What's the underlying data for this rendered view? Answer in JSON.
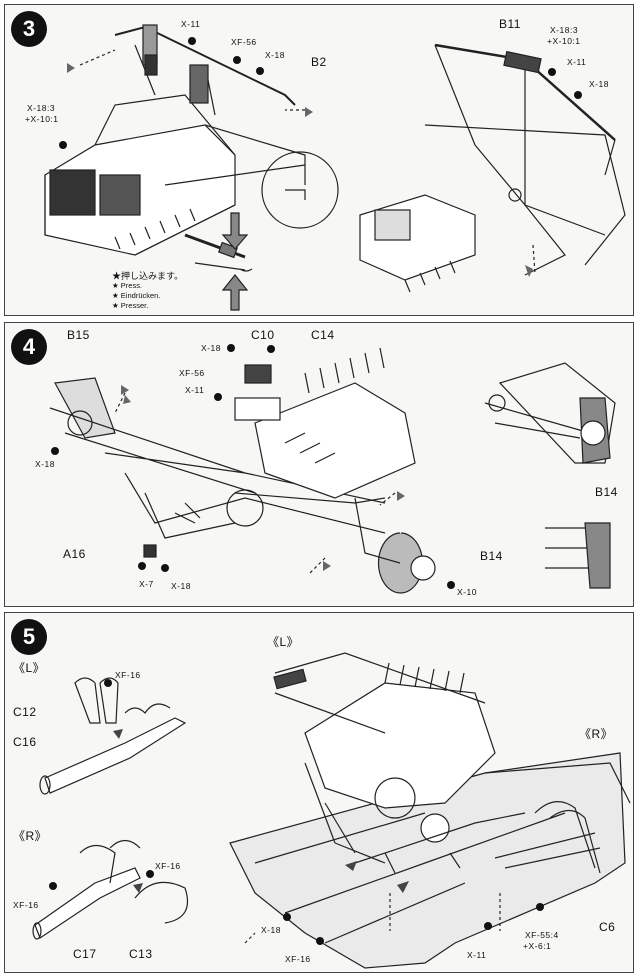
{
  "steps": [
    {
      "number": "3",
      "labels": {
        "x11": "X-11",
        "xf56": "XF-56",
        "x18a": "X-18",
        "b2": "B2",
        "x183": "X-18:3",
        "x101": "+X-10:1",
        "b11": "B11",
        "x183b": "X-18:3",
        "x101b": "+X-10:1",
        "x11b": "X-11",
        "x18b": "X-18"
      },
      "press_note": [
        "★押し込みます。",
        "★ Press.",
        "★ Eindrücken.",
        "★ Presser."
      ]
    },
    {
      "number": "4",
      "labels": {
        "b15": "B15",
        "x18a": "X-18",
        "c10": "C10",
        "c14": "C14",
        "xf56": "XF-56",
        "x11": "X-11",
        "x18b": "X-18",
        "a16": "A16",
        "x7": "X-7",
        "x18c": "X-18",
        "b14a": "B14",
        "b14b": "B14",
        "x10": "X-10"
      }
    },
    {
      "number": "5",
      "labels": {
        "l1": "《L》",
        "xf16a": "XF-16",
        "c12": "C12",
        "c16": "C16",
        "r1": "《R》",
        "xf16b": "XF-16",
        "xf16c": "XF-16",
        "c17": "C17",
        "c13": "C13",
        "l2": "《L》",
        "r2": "《R》",
        "x18": "X-18",
        "xf16d": "XF-16",
        "x11": "X-11",
        "xf554": "XF-55:4",
        "x61": "+X-6:1",
        "c6": "C6"
      }
    }
  ]
}
